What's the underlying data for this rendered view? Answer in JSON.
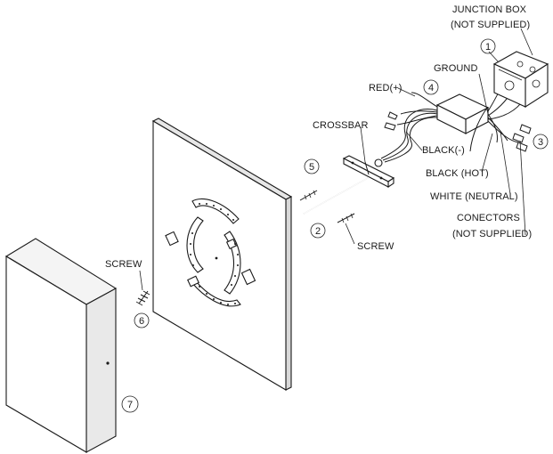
{
  "labels": {
    "junction_box_line1": "JUNCTION BOX",
    "junction_box_line2": "(NOT SUPPLIED)",
    "ground": "GROUND",
    "red": "RED(+)",
    "crossbar": "CROSSBAR",
    "black_neg": "BLACK(-)",
    "black_hot": "BLACK (HOT)",
    "white_neutral": "WHITE (NEUTRAL)",
    "connectors_line1": "CONECTORS",
    "connectors_line2": "(NOT SUPPLIED)",
    "screw_right": "SCREW",
    "screw_left": "SCREW"
  },
  "callouts": {
    "c1": "1",
    "c2": "2",
    "c3": "3",
    "c4": "4",
    "c5": "5",
    "c6": "6",
    "c7": "7"
  }
}
